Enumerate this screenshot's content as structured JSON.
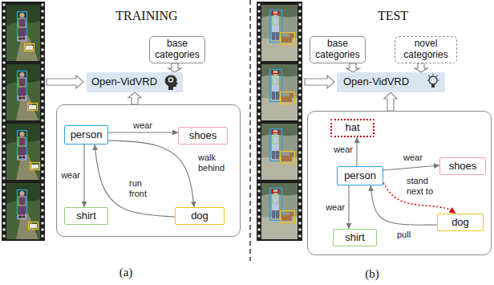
{
  "diagram": {
    "nodes": [
      {
        "text": [
          "base categories"
        ]
      },
      {
        "text": [
          "Open-VidVRD"
        ]
      },
      {
        "text": []
      },
      {
        "text": [
          "person"
        ],
        "in": 2
      },
      {
        "text": [
          "shoes"
        ],
        "in": 2
      },
      {
        "text": [
          "shirt"
        ],
        "in": 2
      },
      {
        "text": [
          "dog"
        ],
        "in": 2
      },
      {
        "text": [
          "base categories"
        ]
      },
      {
        "text": [
          "novel categories"
        ]
      },
      {
        "text": [
          "Open-VidVRD"
        ]
      },
      {
        "text": []
      },
      {
        "text": [
          "hat"
        ],
        "in": 10
      },
      {
        "text": [
          "shoes"
        ],
        "in": 10
      },
      {
        "text": [
          "person"
        ],
        "in": 10
      },
      {
        "text": [
          "shirt"
        ],
        "in": 10
      },
      {
        "text": [
          "dog"
        ],
        "in": 10
      }
    ],
    "edges": [
      {
        "from": 0,
        "to": 1,
        "arrow": "to"
      },
      {
        "from": 2,
        "to": 1,
        "arrow": "to"
      },
      {
        "from": 3,
        "to": 4,
        "label": "wear",
        "arrow": "to"
      },
      {
        "from": 3,
        "to": 5,
        "label": "wear",
        "arrow": "to"
      },
      {
        "from": 3,
        "to": 6,
        "label": "walk behind",
        "arrow": "to"
      },
      {
        "from": 6,
        "to": 3,
        "label": "run front",
        "arrow": "to"
      },
      {
        "from": 7,
        "to": 9,
        "arrow": "to"
      },
      {
        "from": 8,
        "to": 9,
        "arrow": "to"
      },
      {
        "from": 10,
        "to": 9,
        "arrow": "to"
      },
      {
        "from": 13,
        "to": 11,
        "label": "wear",
        "arrow": "to"
      },
      {
        "from": 13,
        "to": 12,
        "label": "wear",
        "arrow": "to"
      },
      {
        "from": 13,
        "to": 14,
        "label": "wear",
        "arrow": "to"
      },
      {
        "from": 13,
        "to": 15,
        "label": "stand next to",
        "arrow": "to"
      },
      {
        "from": 15,
        "to": 13,
        "label": "pull",
        "arrow": "to"
      }
    ],
    "labels": [
      "TRAINING",
      "TEST",
      "(a)",
      "(b)"
    ]
  }
}
